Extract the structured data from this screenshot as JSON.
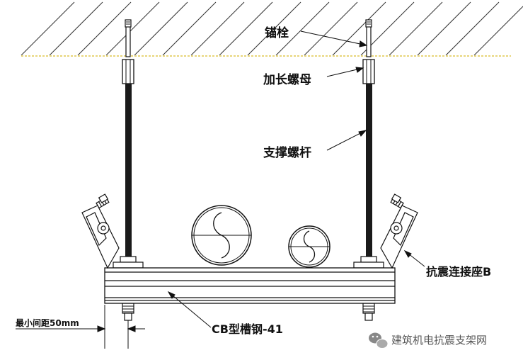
{
  "labels": {
    "anchor_bolt": "锚栓",
    "long_nut": "加长螺母",
    "support_rod": "支撑螺杆",
    "seismic_seat": "抗震连接座B",
    "channel_steel": "CB型槽钢-41",
    "min_spacing": "最小间距50mm"
  },
  "watermark": {
    "text": "建筑机电抗震支架网",
    "icon": "wechat-icon"
  },
  "colors": {
    "line": "#111111",
    "ceiling_line": "#e8d57a",
    "rod": "#1a1a1a",
    "hatch": "#333333"
  }
}
